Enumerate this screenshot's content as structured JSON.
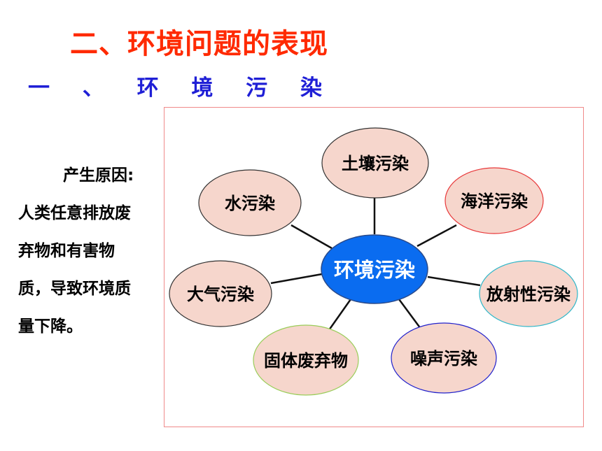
{
  "slide": {
    "title": "二、环境问题的表现",
    "subtitle": "一 、 环 境 污 染"
  },
  "cause": {
    "label": "产生原因:",
    "text": "人类任意排放废弃物和有害物质，导致环境质量下降。"
  },
  "diagram": {
    "center": "环境污染",
    "center_color": "#0a6cf0",
    "node_fill": "#f6d6cc",
    "nodes": [
      {
        "label": "土壤污染",
        "border": "#333333"
      },
      {
        "label": "海洋污染",
        "border": "#e8383a"
      },
      {
        "label": "放射性污染",
        "border": "#2fb7c9"
      },
      {
        "label": "噪声污染",
        "border": "#2222cc"
      },
      {
        "label": "固体废弃物",
        "border": "#9acd5a"
      },
      {
        "label": "大气污染",
        "border": "#333333"
      },
      {
        "label": "水污染",
        "border": "#333333"
      }
    ]
  }
}
